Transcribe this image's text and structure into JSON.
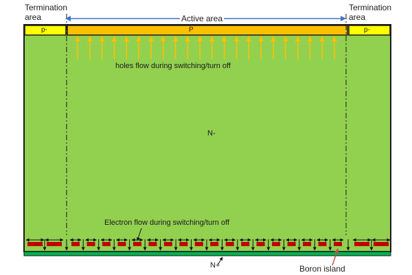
{
  "labels": {
    "termination_left": "Termination\narea",
    "termination_right": "Termination\narea",
    "active_area": "Active area",
    "p_left": "p-",
    "p_center": "P",
    "p_right": "p-",
    "holes_flow": "holes flow during switching/turn off",
    "n_minus": "N-",
    "electron_flow": "Electron flow during switching/turn off",
    "n_plus": "N+",
    "boron_island": "Boron island"
  },
  "colors": {
    "substrate": "#92d050",
    "p_region": "#ffc000",
    "p_minus_region": "#ffff00",
    "n_plus_layer": "#00b050",
    "boron_island": "#c00000",
    "hole_arrow": "#ffc000",
    "active_arrow": "#4472c4",
    "outline": "#1a1a1a",
    "boron_pointer": "#c0504d"
  }
}
